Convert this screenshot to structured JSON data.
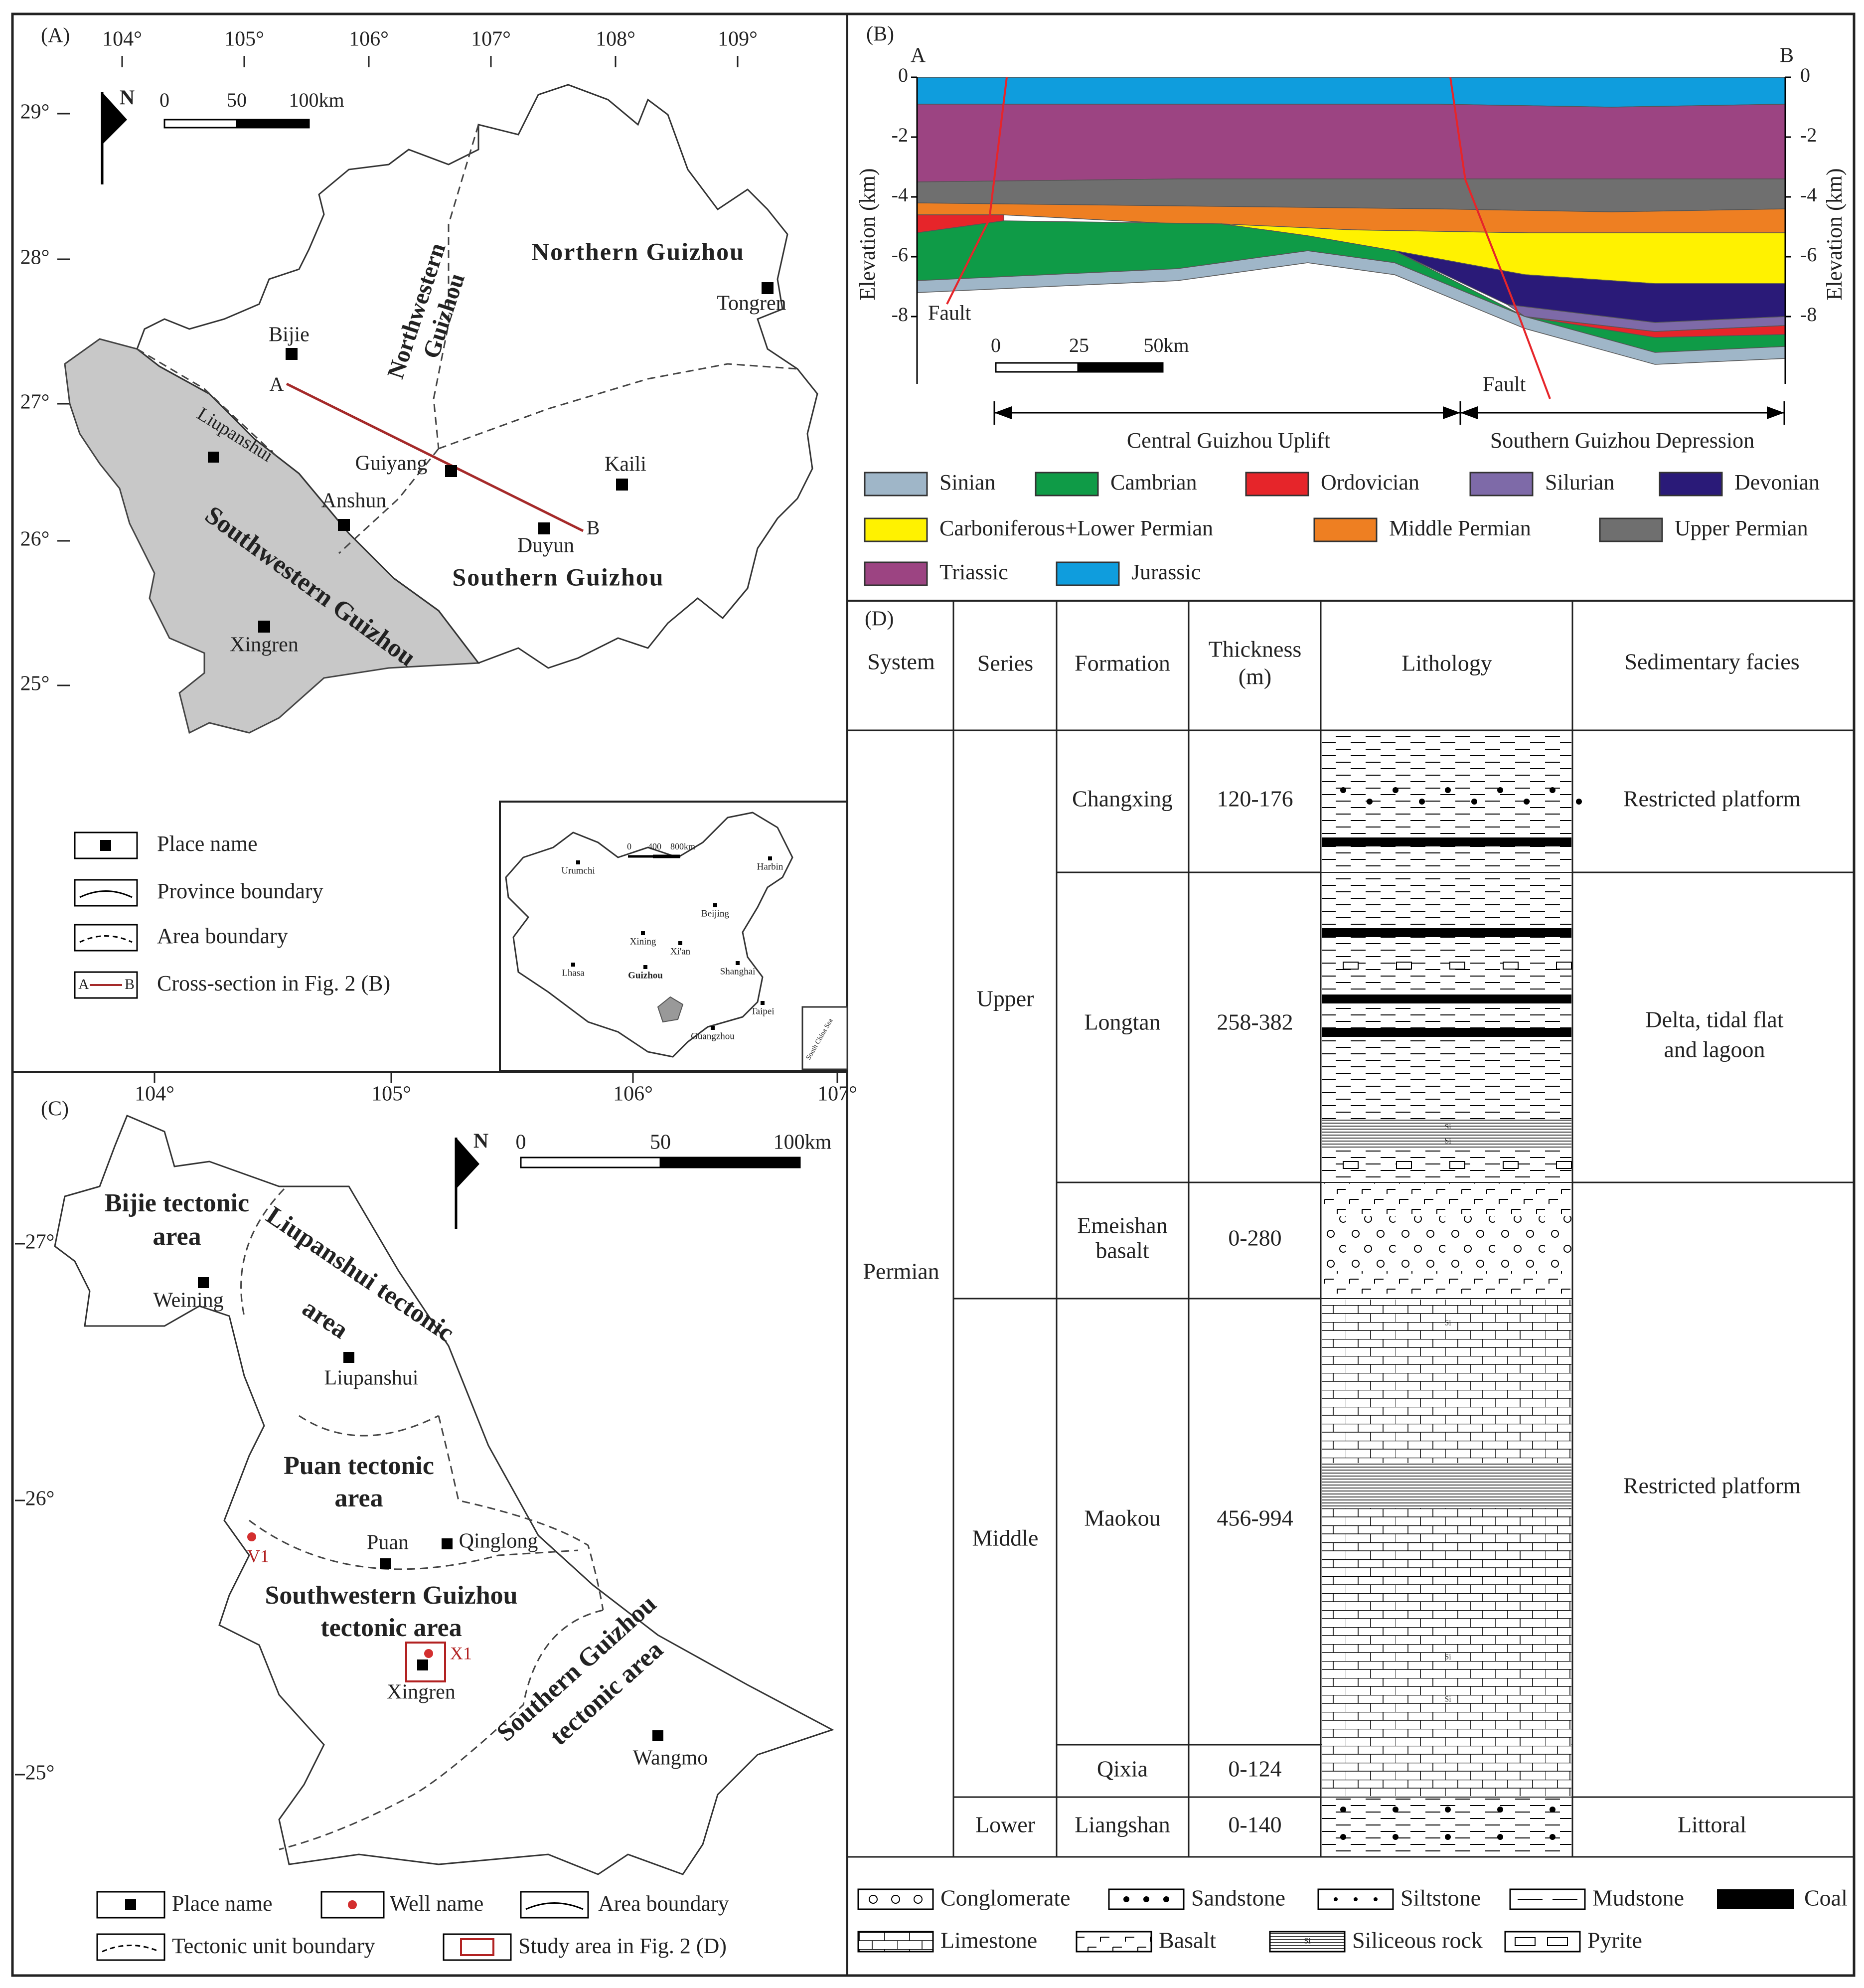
{
  "panelA": {
    "label": "(A)",
    "lon": [
      "104°",
      "105°",
      "106°",
      "107°",
      "108°",
      "109°"
    ],
    "lat": [
      "29°",
      "28°",
      "27°",
      "26°",
      "25°"
    ],
    "north": "N",
    "scale": [
      "0",
      "50",
      "100km"
    ],
    "places": [
      "Bijie",
      "Tongren",
      "Guiyang",
      "Kaili",
      "Anshun",
      "Duyun",
      "Xingren",
      "Liupanshui"
    ],
    "regions": [
      "Northern Guizhou",
      "Northwestern",
      "Guizhou",
      "Southwestern Guizhou",
      "Southern Guizhou"
    ],
    "section_ends": [
      "A",
      "B"
    ],
    "legend": [
      "Place name",
      "Province boundary",
      "Area boundary",
      "Cross-section in Fig. 2 (B)"
    ],
    "legend_ab": "A——B",
    "inset": {
      "scale": [
        "0",
        "400",
        "800km"
      ],
      "cities": [
        "Urumchi",
        "Harbin",
        "Beijing",
        "Xining",
        "Xi'an",
        "Lhasa",
        "Guizhou",
        "Shanghai",
        "Guangzhou",
        "Taipei"
      ],
      "sea": "South China Sea"
    }
  },
  "panelB": {
    "label": "(B)",
    "ends": [
      "A",
      "B"
    ],
    "y_ticks": [
      "0",
      "-2",
      "-4",
      "-6",
      "-8"
    ],
    "y_label": "Elevation (km)",
    "fault": "Fault",
    "scale": [
      "0",
      "25",
      "50km"
    ],
    "zones": [
      "Central Guizhou Uplift",
      "Southern Guizhou Depression"
    ],
    "legend": [
      {
        "name": "Sinian",
        "color": "#9fb6c8"
      },
      {
        "name": "Cambrian",
        "color": "#0f9b47"
      },
      {
        "name": "Ordovician",
        "color": "#e6252a"
      },
      {
        "name": "Silurian",
        "color": "#7e6aa8"
      },
      {
        "name": "Devonian",
        "color": "#2a1a78"
      },
      {
        "name": "Carboniferous+Lower Permian",
        "color": "#fff200"
      },
      {
        "name": "Middle Permian",
        "color": "#ee7f22"
      },
      {
        "name": "Upper Permian",
        "color": "#6f6f6f"
      },
      {
        "name": "Triassic",
        "color": "#9c4482"
      },
      {
        "name": "Jurassic",
        "color": "#0f9ddd"
      }
    ]
  },
  "panelC": {
    "label": "(C)",
    "lon": [
      "104°",
      "105°",
      "106°",
      "107°"
    ],
    "lat": [
      "27°",
      "26°",
      "25°"
    ],
    "north": "N",
    "scale": [
      "0",
      "50",
      "100km"
    ],
    "areas": [
      "Bijie tectonic",
      "area",
      "Liupanshui tectonic",
      "area",
      "Puan tectonic",
      "area",
      "Southwestern Guizhou",
      "tectonic area",
      "Southern Guizhou",
      "tectonic area"
    ],
    "places": [
      "Weining",
      "Liupanshui",
      "Puan",
      "Qinglong",
      "Xingren",
      "Wangmo"
    ],
    "wells": [
      "V1",
      "X1"
    ],
    "legend": [
      "Place name",
      "Well name",
      "Area boundary",
      "Tectonic unit boundary",
      "Study area in Fig. 2 (D)"
    ]
  },
  "panelD": {
    "label": "(D)",
    "headers": [
      "System",
      "Series",
      "Formation",
      "Thickness",
      "(m)",
      "Lithology",
      "Sedimentary facies"
    ],
    "system": "Permian",
    "series": [
      "Upper",
      "Middle",
      "Lower"
    ],
    "rows": [
      {
        "formation": "Changxing",
        "thickness": "120-176",
        "facies": "Restricted platform"
      },
      {
        "formation": "Longtan",
        "thickness": "258-382",
        "facies": "Delta, tidal flat",
        "facies2": "and lagoon"
      },
      {
        "formation": "Emeishan",
        "formation2": "basalt",
        "thickness": "0-280"
      },
      {
        "formation": "Maokou",
        "thickness": "456-994",
        "facies": "Restricted platform"
      },
      {
        "formation": "Qixia",
        "thickness": "0-124"
      },
      {
        "formation": "Liangshan",
        "thickness": "0-140",
        "facies": "Littoral"
      }
    ],
    "si": "Si",
    "legend": [
      "Conglomerate",
      "Sandstone",
      "Siltstone",
      "Mudstone",
      "Coal",
      "Limestone",
      "Basalt",
      "Siliceous rock",
      "Pyrite"
    ]
  }
}
